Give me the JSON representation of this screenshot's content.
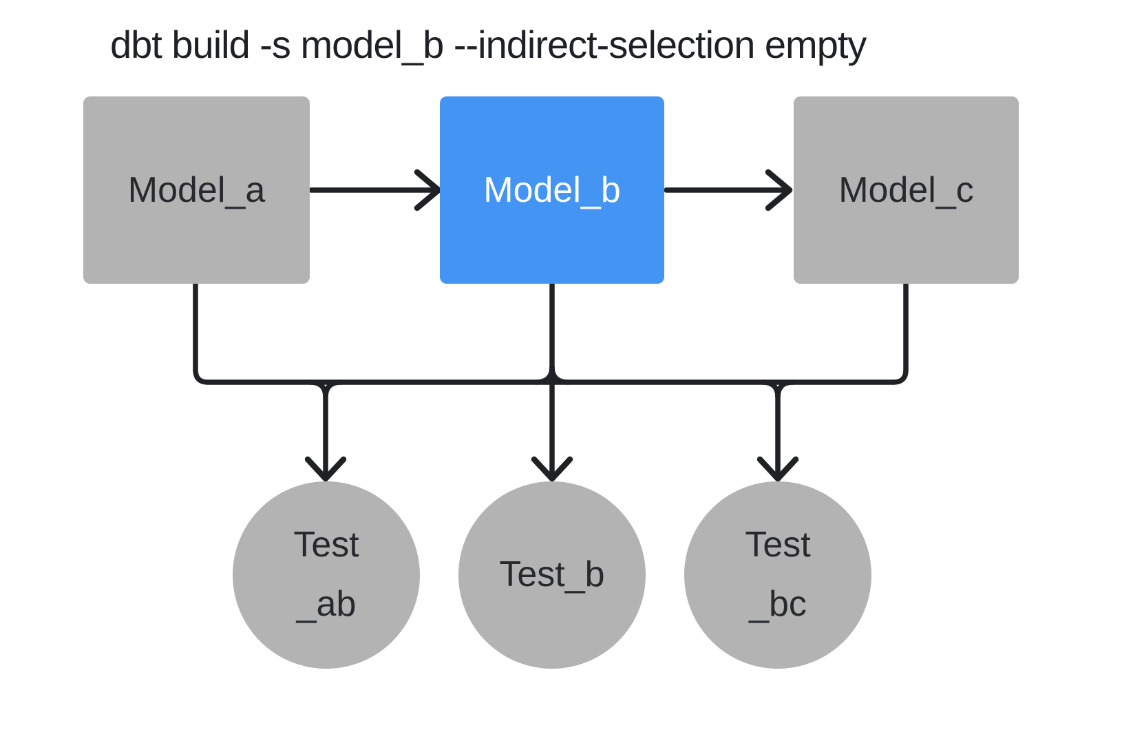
{
  "title": "dbt build -s model_b --indirect-selection empty",
  "colors": {
    "selected_node": "#4494f3",
    "node": "#b3b3b3",
    "line": "#1f2124",
    "text": "#27292d",
    "selected_text": "#ffffff",
    "title_text": "#1d2025",
    "bg": "#ffffff"
  },
  "nodes": {
    "models": [
      {
        "id": "model_a",
        "label": "Model_a",
        "selected": false
      },
      {
        "id": "model_b",
        "label": "Model_b",
        "selected": true
      },
      {
        "id": "model_c",
        "label": "Model_c",
        "selected": false
      }
    ],
    "tests": [
      {
        "id": "test_ab",
        "lines": [
          "Test",
          "_ab"
        ]
      },
      {
        "id": "test_b",
        "lines": [
          "Test_b"
        ]
      },
      {
        "id": "test_bc",
        "lines": [
          "Test",
          "_bc"
        ]
      }
    ]
  },
  "edges": [
    {
      "from": "model_a",
      "to": "model_b",
      "style": "arrow"
    },
    {
      "from": "model_b",
      "to": "model_c",
      "style": "arrow"
    },
    {
      "from": "model_a",
      "to": "tests_bus",
      "style": "elbow"
    },
    {
      "from": "model_c",
      "to": "tests_bus",
      "style": "elbow"
    },
    {
      "from": "model_b",
      "to": "test_b",
      "style": "straight-arrow"
    },
    {
      "from": "tests_bus",
      "to": "test_ab",
      "style": "drop-arrow"
    },
    {
      "from": "tests_bus",
      "to": "test_bc",
      "style": "drop-arrow"
    }
  ]
}
